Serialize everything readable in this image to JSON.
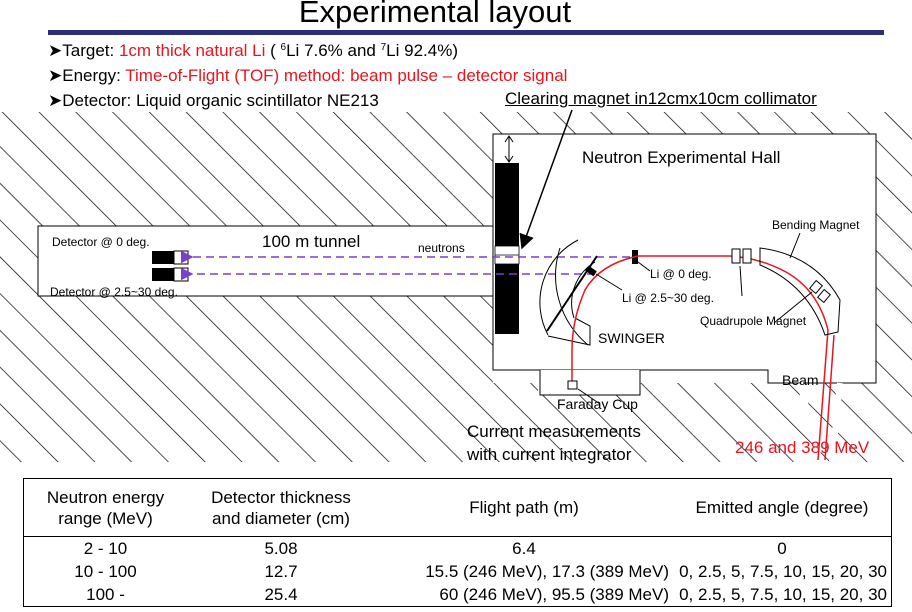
{
  "title": "Experimental layout",
  "bullets": [
    {
      "label": "Target: ",
      "value_parts": [
        "1cm thick natural Li",
        " ( ",
        "6",
        "Li 7.6% and ",
        "7",
        "Li 92.4%)"
      ]
    },
    {
      "label": "Energy: ",
      "value": "Time-of-Flight (TOF) method: beam pulse – detector signal"
    },
    {
      "label": "Detector: ",
      "value": "Liquid organic scintillator NE213"
    }
  ],
  "diagram": {
    "clearing_magnet": "Clearing magnet in12cmx10cm collimator",
    "hall": "Neutron Experimental Hall",
    "tunnel": "100 m tunnel",
    "neutrons": "neutrons",
    "detector_0": "Detector @ 0 deg.",
    "detector_angle": "Detector @ 2.5~30 deg.",
    "li_0": "Li @ 0 deg.",
    "li_angle": "Li @ 2.5~30 deg.",
    "bending_magnet": "Bending Magnet",
    "quadrupole": "Quadrupole Magnet",
    "swinger": "SWINGER",
    "beam": "Beam",
    "faraday": "Faraday Cup",
    "current_1": "Current measurements",
    "current_2": "with current integrator",
    "energies": "246 and 389 MeV",
    "colors": {
      "beam": "#e8141e",
      "neutron": "#7a3fd1",
      "title_rule": "#2b2f7a"
    }
  },
  "table": {
    "headers": [
      [
        "Neutron energy",
        "range (MeV)"
      ],
      [
        "Detector thickness",
        "and diameter (cm)"
      ],
      [
        "Flight path (m)"
      ],
      [
        "Emitted angle (degree)"
      ]
    ],
    "rows": [
      [
        "2 - 10",
        "5.08",
        "6.4",
        "0"
      ],
      [
        "10 - 100",
        "12.7",
        "15.5 (246 MeV), 17.3 (389 MeV)",
        "0, 2.5, 5, 7.5, 10, 15, 20, 30"
      ],
      [
        "100 -",
        "25.4",
        "60 (246 MeV), 95.5 (389 MeV)",
        "0, 2.5, 5, 7.5, 10, 15, 20, 30"
      ]
    ]
  }
}
